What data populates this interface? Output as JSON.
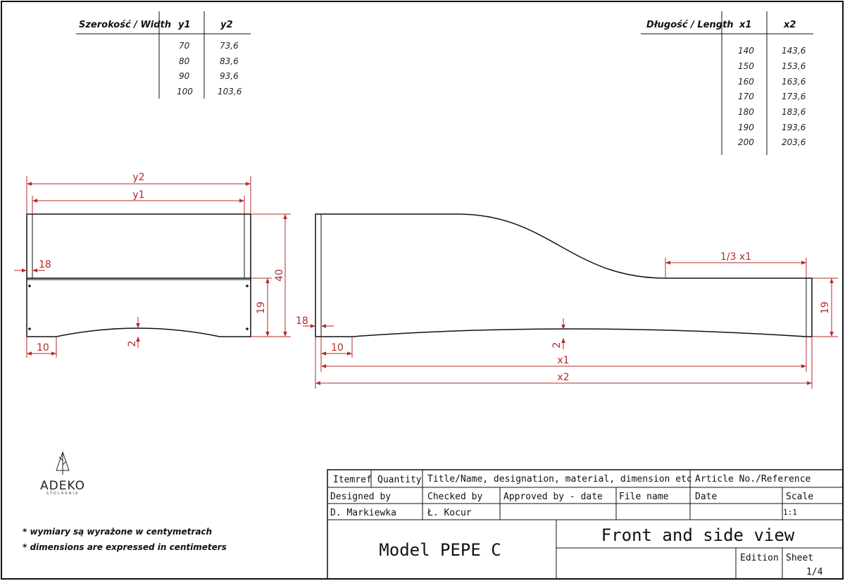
{
  "width_table": {
    "headers": [
      "Szerokość / Width",
      "y1",
      "y2"
    ],
    "rows": [
      [
        "70",
        "73,6"
      ],
      [
        "80",
        "83,6"
      ],
      [
        "90",
        "93,6"
      ],
      [
        "100",
        "103,6"
      ]
    ]
  },
  "length_table": {
    "headers": [
      "Długość / Length",
      "x1",
      "x2"
    ],
    "rows": [
      [
        "140",
        "143,6"
      ],
      [
        "150",
        "153,6"
      ],
      [
        "160",
        "163,6"
      ],
      [
        "170",
        "173,6"
      ],
      [
        "180",
        "183,6"
      ],
      [
        "190",
        "193,6"
      ],
      [
        "200",
        "203,6"
      ]
    ]
  },
  "front_view": {
    "dims": {
      "y2": "y2",
      "y1": "y1",
      "side": "18",
      "height": "40",
      "rail": "19",
      "foot": "10",
      "arc": "2"
    }
  },
  "side_view": {
    "dims": {
      "third": "1/3 x1",
      "side": "18",
      "rail": "19",
      "foot": "10",
      "arc": "2",
      "x1": "x1",
      "x2": "x2"
    }
  },
  "logo": {
    "name": "ADEKO",
    "sub": "STOLARNIA"
  },
  "notes": [
    "* wymiary są wyrażone w centymetrach",
    "* dimensions are expressed in centimeters"
  ],
  "title_block": {
    "itemref": "Itemref",
    "quantity": "Quantity",
    "title_label": "Title/Name, designation, material, dimension etc",
    "article_label": "Article No./Reference",
    "designed_label": "Designed by",
    "designed_value": "D. Markiewka",
    "checked_label": "Checked by",
    "checked_value": "Ł. Kocur",
    "approved_label": "Approved by - date",
    "filename_label": "File name",
    "date_label": "Date",
    "scale_label": "Scale",
    "scale_value": "1:1",
    "model": "Model PEPE C",
    "view_title": "Front and side  view",
    "edition_label": "Edition",
    "sheet_label": "Sheet",
    "sheet_value": "1/4"
  }
}
